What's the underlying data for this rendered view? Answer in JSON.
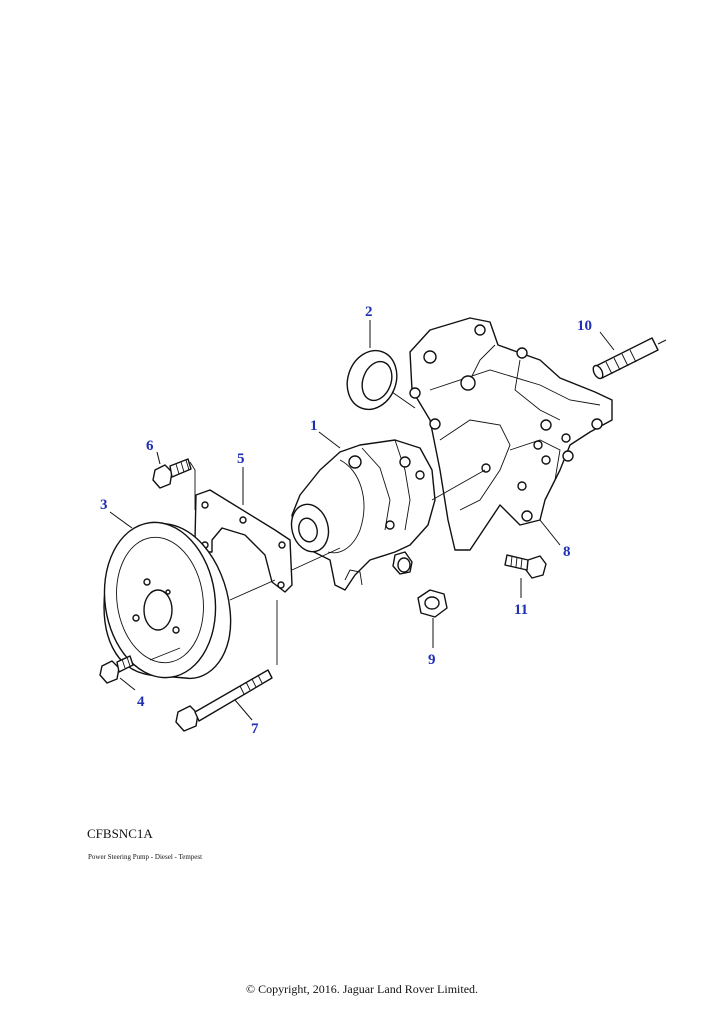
{
  "diagram": {
    "reference_code": "CFBSNC1A",
    "caption": "Power Steering Pump - Diesel - Tempest",
    "copyright": "© Copyright, 2016. Jaguar Land Rover Limited.",
    "callout_color": "#1f2fb4",
    "callouts": [
      {
        "id": "1",
        "label": "1"
      },
      {
        "id": "2",
        "label": "2"
      },
      {
        "id": "3",
        "label": "3"
      },
      {
        "id": "4",
        "label": "4"
      },
      {
        "id": "5",
        "label": "5"
      },
      {
        "id": "6",
        "label": "6"
      },
      {
        "id": "7",
        "label": "7"
      },
      {
        "id": "8",
        "label": "8"
      },
      {
        "id": "9",
        "label": "9"
      },
      {
        "id": "10",
        "label": "10"
      },
      {
        "id": "11",
        "label": "11"
      }
    ]
  }
}
